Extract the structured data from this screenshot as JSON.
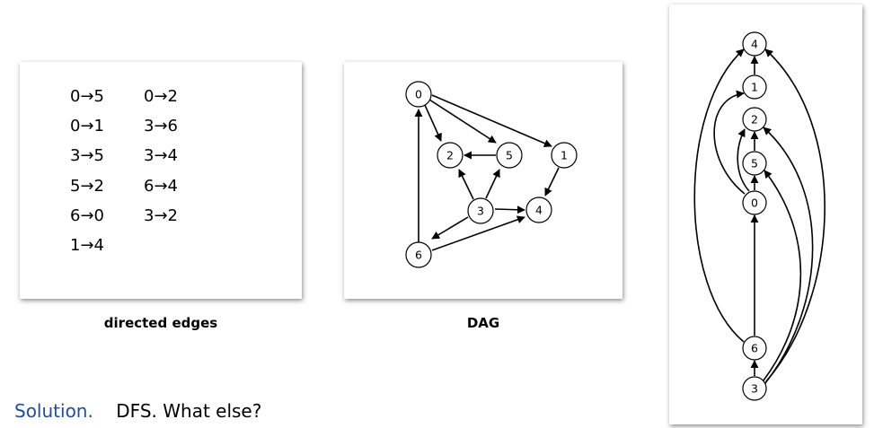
{
  "edges_panel": {
    "caption": "directed edges",
    "edges": [
      "0→5",
      "0→2",
      "0→1",
      "3→6",
      "3→5",
      "3→4",
      "5→2",
      "6→4",
      "6→0",
      "3→2",
      "1→4"
    ]
  },
  "dag_panel": {
    "caption": "DAG",
    "nodes": [
      "0",
      "1",
      "2",
      "3",
      "4",
      "5",
      "6"
    ]
  },
  "topo_panel": {
    "nodes": [
      "4",
      "1",
      "2",
      "5",
      "0",
      "6",
      "3"
    ]
  },
  "solution": {
    "label": "Solution.",
    "text": "DFS. What else?"
  },
  "colors": {
    "accent": "#1f4e9c",
    "edge": "#000000",
    "node_fill": "#ffffff"
  }
}
